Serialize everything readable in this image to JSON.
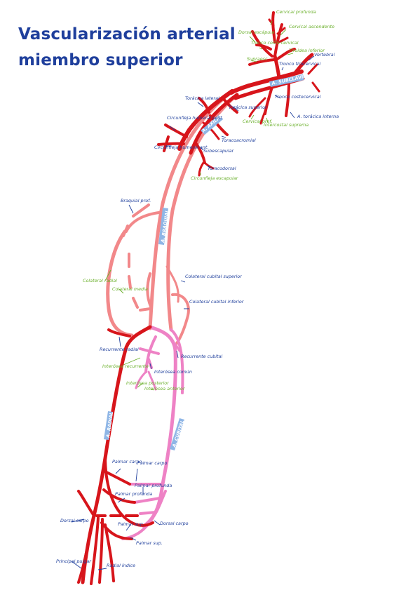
{
  "title_line1": "Vascularización arterial",
  "title_line2": "miembro superior",
  "vessel_tags": {
    "subclavia": "A. SUBCLAVIA",
    "axilar": "A. AXILAR",
    "braquial": "A. BRAQUIAL",
    "radial": "A. RADIAL",
    "cubital": "A. CUBITAL"
  },
  "labels": {
    "cervical_prof": "Cervical profunda",
    "cervical_asc": "Cervical ascendente",
    "dorsal_escapula": "Dorsal escápula",
    "tronco_costo": "Tronco costo cervical",
    "tiroidea_inf": "Tiroidea inferior",
    "vertebral": "Vertebral",
    "supraesc": "Supraesc.",
    "tronco_tiro": "Tronco tirocervical",
    "toracica_sup": "Torácica superior",
    "tronco_costo2": "Tronco costocervical",
    "intercostal": "Intercostal suprema",
    "toracica_int": "A. torácica interna",
    "cervical_prof2": "Cervical prof.",
    "toracica_lat": "Torácica lateral",
    "circ_humeral_post": "Circunfleja humeral post.",
    "toracoacromial": "Toracoacromial",
    "circ_humeral_ant": "Circunfleja humeral ant.",
    "subescapular": "Subescapular",
    "toracodorsal": "Toracodorsal",
    "circ_escapula": "Circunfleja escapular",
    "braquial_prof": "Braquial prof.",
    "colateral_radial": "Colateral radial",
    "colateral_media": "Colateral media",
    "colateral_cub_sup": "Colateral cubital superior",
    "colateral_cub_inf": "Colateral cubital inferior",
    "recurrente_radial": "Recurrente radial",
    "recurrente_cubital": "Recurrente cubital",
    "interosea_recurrente": "Interósea recurrente",
    "interosea_comun": "Interósea común",
    "interosea_posterior": "Interósea posterior",
    "interosea_anterior": "Interósea anterior",
    "palmar_carpo_r": "Palmar carpo",
    "palmar_carpo_c": "Palmar carpo",
    "palmar_prof_c": "Palmar profunda",
    "palmar_prof_r": "Palmar profunda",
    "dorsal_carpo_r": "Dorsal carpo",
    "dorsal_carpo_c": "Dorsal carpo",
    "palmar_sup_r": "Palmar sup.",
    "palmar_sup_c": "Palmar sup.",
    "principal_pulgar": "Principal pulgar",
    "radial_indice": "Radial índice"
  },
  "colors": {
    "title": "#1f3f9c",
    "artery_main": "#d7151b",
    "brachial": "#f2888a",
    "ulnar": "#ee82c5",
    "label_blue": "#1f3f9c",
    "label_green": "#6bb02c",
    "tag": "#8fb6e6"
  }
}
